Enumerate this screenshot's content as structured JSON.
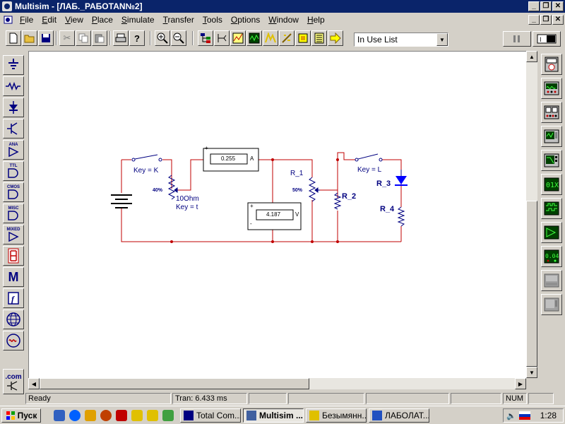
{
  "window": {
    "title": "Multisim - [ЛАБ._РАБОТАN№2]"
  },
  "menu": {
    "items": [
      {
        "label": "File",
        "key": "F",
        "rest": "ile"
      },
      {
        "label": "Edit",
        "key": "E",
        "rest": "dit"
      },
      {
        "label": "View",
        "key": "V",
        "rest": "iew"
      },
      {
        "label": "Place",
        "key": "P",
        "rest": "lace"
      },
      {
        "label": "Simulate",
        "key": "S",
        "rest": "imulate"
      },
      {
        "label": "Transfer",
        "key": "T",
        "rest": "ransfer"
      },
      {
        "label": "Tools",
        "key": "T",
        "rest": "ools"
      },
      {
        "label": "Options",
        "key": "O",
        "rest": "ptions"
      },
      {
        "label": "Window",
        "key": "W",
        "rest": "indow"
      },
      {
        "label": "Help",
        "key": "H",
        "rest": "elp"
      }
    ]
  },
  "toolbar": {
    "in_use_list": "In Use List",
    "help_glyph": "?"
  },
  "circuit": {
    "switch_k": "Key = K",
    "pot_left_pct": "40%",
    "pot_left_value": "10Ohm",
    "pot_left_key": "Key = t",
    "ammeter_value": "0.255",
    "ammeter_unit": "A",
    "voltmeter_value": "4.187",
    "voltmeter_unit": "V",
    "r1_label": "R_1",
    "r1_pct": "50%",
    "r2_label": "R_2",
    "switch_l": "Key = L",
    "r3_label": "R_3",
    "r4_label": "R_4",
    "plus": "+",
    "minus": "-"
  },
  "leftbar": {
    "labels": [
      "ANA",
      "TTL",
      "CMOS",
      "MISC",
      "MIXED",
      "M",
      ".com"
    ]
  },
  "rightbar": {
    "labels": [
      "01X",
      "0.04"
    ]
  },
  "status": {
    "ready": "Ready",
    "tran": "Tran: 6.433 ms",
    "num": "NUM"
  },
  "taskbar": {
    "start": "Пуск",
    "tasks": [
      {
        "label": "Total Com..."
      },
      {
        "label": "Multisim ..."
      },
      {
        "label": "Безымянн..."
      },
      {
        "label": "ЛАБОЛАТ..."
      }
    ],
    "clock": "1:28"
  },
  "colors": {
    "titlebar": "#0a246a",
    "wire": "#c00000",
    "component": "#000080",
    "led": "#0000ff"
  }
}
